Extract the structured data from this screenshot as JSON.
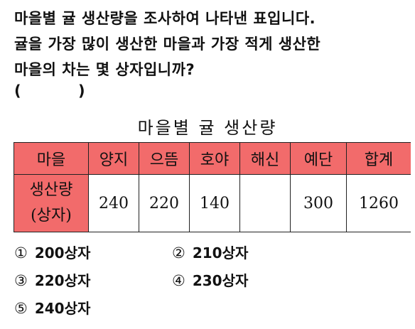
{
  "question": {
    "lines": [
      "마을별 귤 생산량을 조사하여 나타낸 표입니다.",
      "귤을 가장 많이 생산한 마을과 가장 적게 생산한",
      "마을의 차는 몇 상자입니까?"
    ],
    "answer_blank": "(           )"
  },
  "table": {
    "caption": "마을별 귤 생산량",
    "header_fill": "#f26b6b",
    "headers": [
      "마을",
      "양지",
      "으뜸",
      "호야",
      "해신",
      "예단",
      "합계"
    ],
    "row_label_line1": "생산량",
    "row_label_line2": "(상자)",
    "values": [
      "240",
      "220",
      "140",
      "",
      "300",
      "1260"
    ]
  },
  "choices": [
    {
      "mark": "①",
      "text": "200상자"
    },
    {
      "mark": "②",
      "text": "210상자"
    },
    {
      "mark": "③",
      "text": "220상자"
    },
    {
      "mark": "④",
      "text": "230상자"
    },
    {
      "mark": "⑤",
      "text": "240상자"
    }
  ]
}
